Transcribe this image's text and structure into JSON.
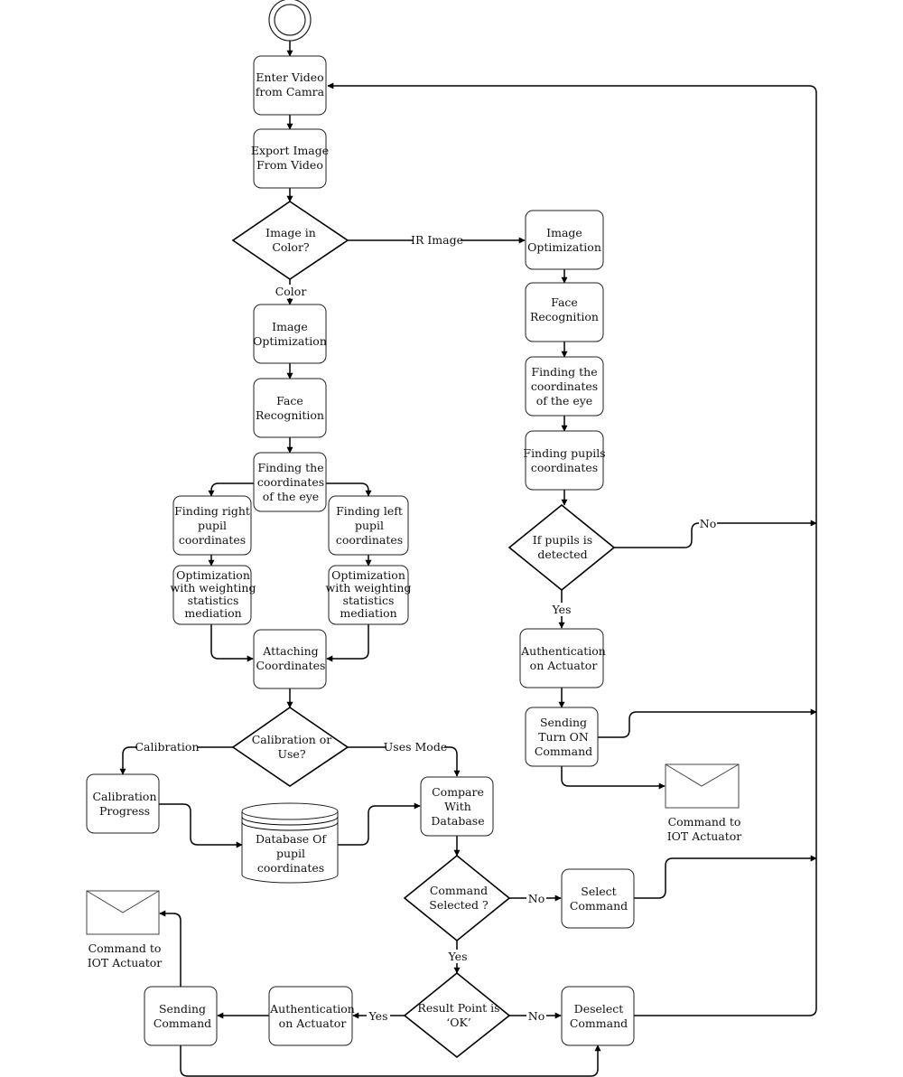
{
  "nodes": {
    "enter_video": [
      "Enter Video",
      "from Camra"
    ],
    "export_image": [
      "Export Image",
      "From Video"
    ],
    "image_in_color": [
      "Image in",
      "Color?"
    ],
    "l_image_opt": [
      "Image",
      "Optimization"
    ],
    "l_face_rec": [
      "Face",
      "Recognition"
    ],
    "l_find_eye": [
      "Finding the",
      "coordinates",
      "of the eye"
    ],
    "find_right_pupil": [
      "Finding right",
      "pupil",
      "coordinates"
    ],
    "find_left_pupil": [
      "Finding left",
      "pupil",
      "coordinates"
    ],
    "opt_right": [
      "Optimization",
      "with weighting",
      "statistics",
      "mediation"
    ],
    "opt_left": [
      "Optimization",
      "with weighting",
      "statistics",
      "mediation"
    ],
    "attach_coords": [
      "Attaching",
      "Coordinates"
    ],
    "calib_or_use": [
      "Calibration or",
      "Use?"
    ],
    "calib_progress": [
      "Calibration",
      "Progress"
    ],
    "database": [
      "Database Of",
      "pupil",
      "coordinates"
    ],
    "compare_db": [
      "Compare",
      "With",
      "Database"
    ],
    "command_selected": [
      "Command",
      "Selected ?"
    ],
    "select_command": [
      "Select",
      "Command"
    ],
    "result_point": [
      "Result Point is",
      "‘OK’"
    ],
    "deselect_command": [
      "Deselect",
      "Command"
    ],
    "auth_left": [
      "Authentication",
      "on Actuator"
    ],
    "sending_command": [
      "Sending",
      "Command"
    ],
    "r_image_opt": [
      "Image",
      "Optimization"
    ],
    "r_face_rec": [
      "Face",
      "Recognition"
    ],
    "r_find_eye": [
      "Finding the",
      "coordinates",
      "of the eye"
    ],
    "r_find_pupils": [
      "Finding pupils",
      "coordinates"
    ],
    "pupils_detected": [
      "If pupils is",
      "detected"
    ],
    "auth_right": [
      "Authentication",
      "on Actuator"
    ],
    "sending_turn_on": [
      "Sending",
      "Turn ON",
      "Command"
    ]
  },
  "edge_labels": {
    "ir_image": "IR Image",
    "color": "Color",
    "no_pupils": "No",
    "yes_pupils": "Yes",
    "calibration": "Calibration",
    "uses_mode": "Uses Mode",
    "no_cmd": "No",
    "yes_cmd": "Yes",
    "yes_result": "Yes",
    "no_result": "No"
  },
  "envelopes": {
    "right_caption": [
      "Command to",
      "IOT Actuator"
    ],
    "left_caption": [
      "Command to",
      "IOT Actuator"
    ]
  }
}
